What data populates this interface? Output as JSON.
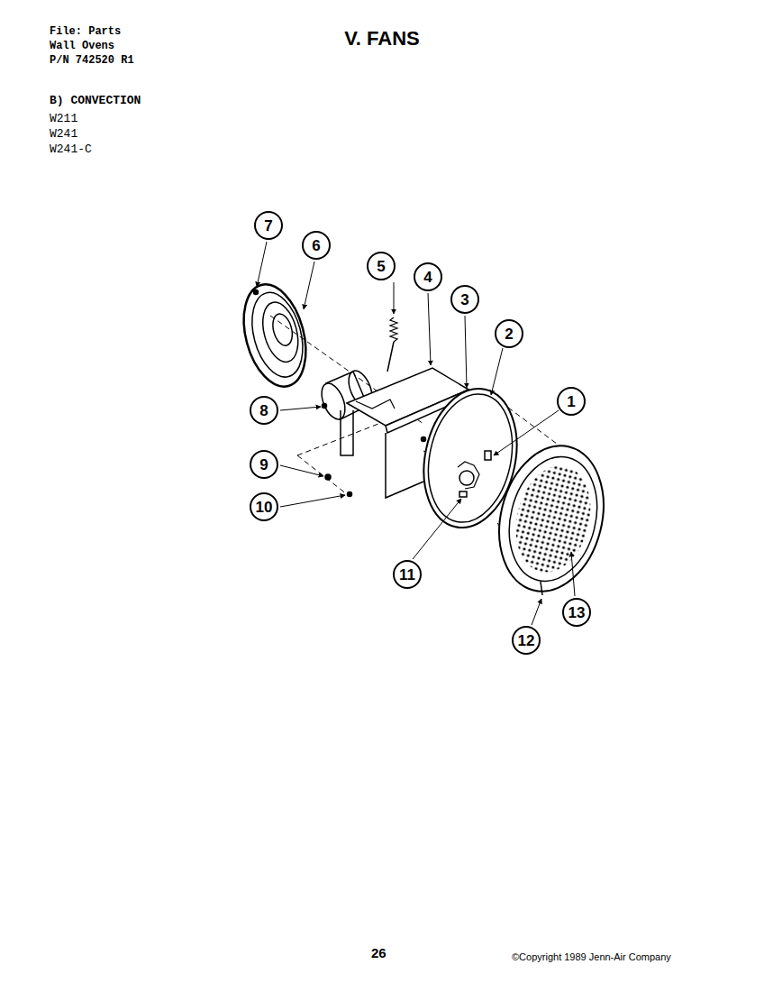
{
  "diagram": {
    "title": "V. FANS",
    "nodes": [
      {
        "text": [
          "7"
        ]
      },
      {
        "text": [
          "6"
        ]
      },
      {
        "text": [
          "5"
        ]
      },
      {
        "text": [
          "4"
        ]
      },
      {
        "text": [
          "3"
        ]
      },
      {
        "text": [
          "2"
        ]
      },
      {
        "text": [
          "1"
        ]
      },
      {
        "text": [
          "8"
        ]
      },
      {
        "text": [
          "9"
        ]
      },
      {
        "text": [
          "10"
        ]
      },
      {
        "text": [
          "11"
        ]
      },
      {
        "text": [
          "13"
        ]
      },
      {
        "text": [
          "12"
        ]
      }
    ],
    "labels": [
      "File: Parts",
      "Wall Ovens",
      "P/N 742520 R1",
      "B) CONVECTION",
      "W211",
      "W241",
      "W241-C",
      "26",
      "©Copyright 1989 Jenn-Air Company"
    ]
  }
}
